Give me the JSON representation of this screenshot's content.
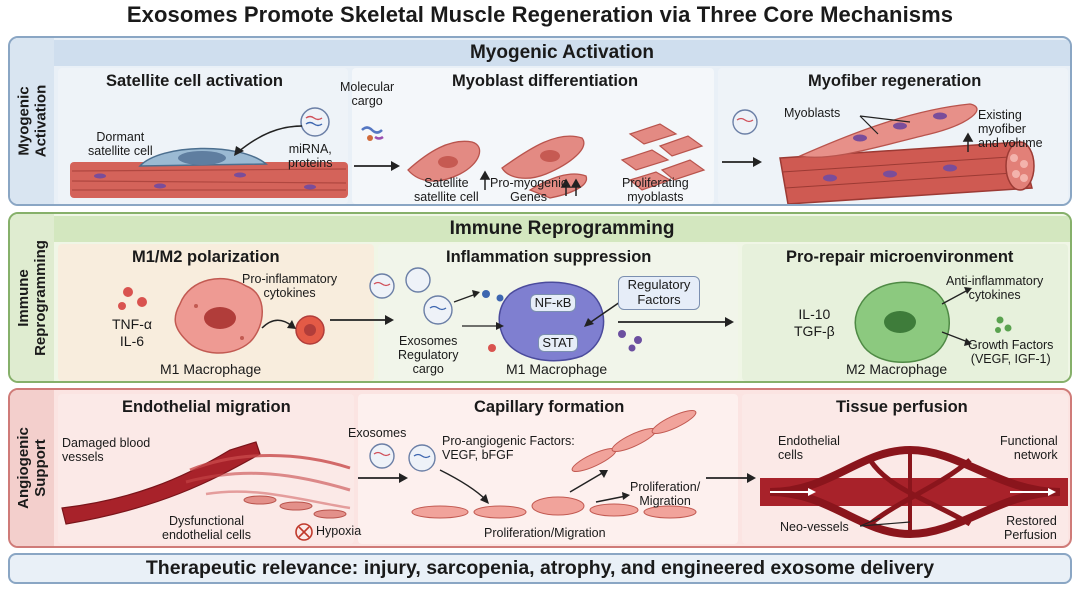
{
  "title": "Exosomes Promote Skeletal Muscle Regeneration via Three Core Mechanisms",
  "myogenic": {
    "side": "Myogenic\nActivation",
    "header": "Myogenic Activation",
    "p1": {
      "title": "Satellite cell activation",
      "dormant": "Dormant\nsatellite cell",
      "cargo": "Molecular\ncargo",
      "mirna": "miRNA,\nproteins"
    },
    "p2": {
      "title": "Myoblast differentiation",
      "satellite": "Satellite\nsatellite cell",
      "genes": "Pro-myogenic\nGenes",
      "proliferating": "Proliferating\nmyoblasts"
    },
    "p3": {
      "title": "Myofiber regeneration",
      "myoblasts": "Myoblasts",
      "existing": "Existing\nmyofiber\nand volume"
    }
  },
  "immune": {
    "side": "Immune\nReprogramming",
    "header": "Immune Reprogramming",
    "p1": {
      "title": "M1/M2 polarization",
      "pro": "Pro-inflammatory\ncytokines",
      "tnf": "TNF-α\nIL-6",
      "m1": "M1 Macrophage"
    },
    "p2": {
      "title": "Inflammation suppression",
      "exo": "Exosomes\nRegulatory\ncargo",
      "nfkb": "NF-κB",
      "stat": "STAT",
      "reg": "Regulatory\nFactors",
      "m1": "M1 Macrophage"
    },
    "p3": {
      "title": "Pro-repair microenvironment",
      "il10": "IL-10\nTGF-β",
      "anti": "Anti-inflammatory\ncytokines",
      "growth": "Growth Factors\n(VEGF, IGF-1)",
      "m2": "M2 Macrophage"
    }
  },
  "angio": {
    "side": "Angiogenic\nSupport",
    "p1": {
      "title": "Endothelial migration",
      "damaged": "Damaged blood\nvessels",
      "dys": "Dysfunctional\nendothelial cells",
      "hypoxia": "Hypoxia"
    },
    "p2": {
      "title": "Capillary formation",
      "exo": "Exosomes",
      "factors": "Pro-angiogenic Factors:\nVEGF, bFGF",
      "prolif1": "Proliferation/\nMigration",
      "prolif2": "Proliferation/Migration"
    },
    "p3": {
      "title": "Tissue perfusion",
      "endo": "Endothelial\ncells",
      "functional": "Functional\nnetwork",
      "neo": "Neo-vessels",
      "restored": "Restored\nPerfusion"
    }
  },
  "footer": "Therapeutic relevance: injury, sarcopenia, atrophy, and engineered exosome delivery"
}
